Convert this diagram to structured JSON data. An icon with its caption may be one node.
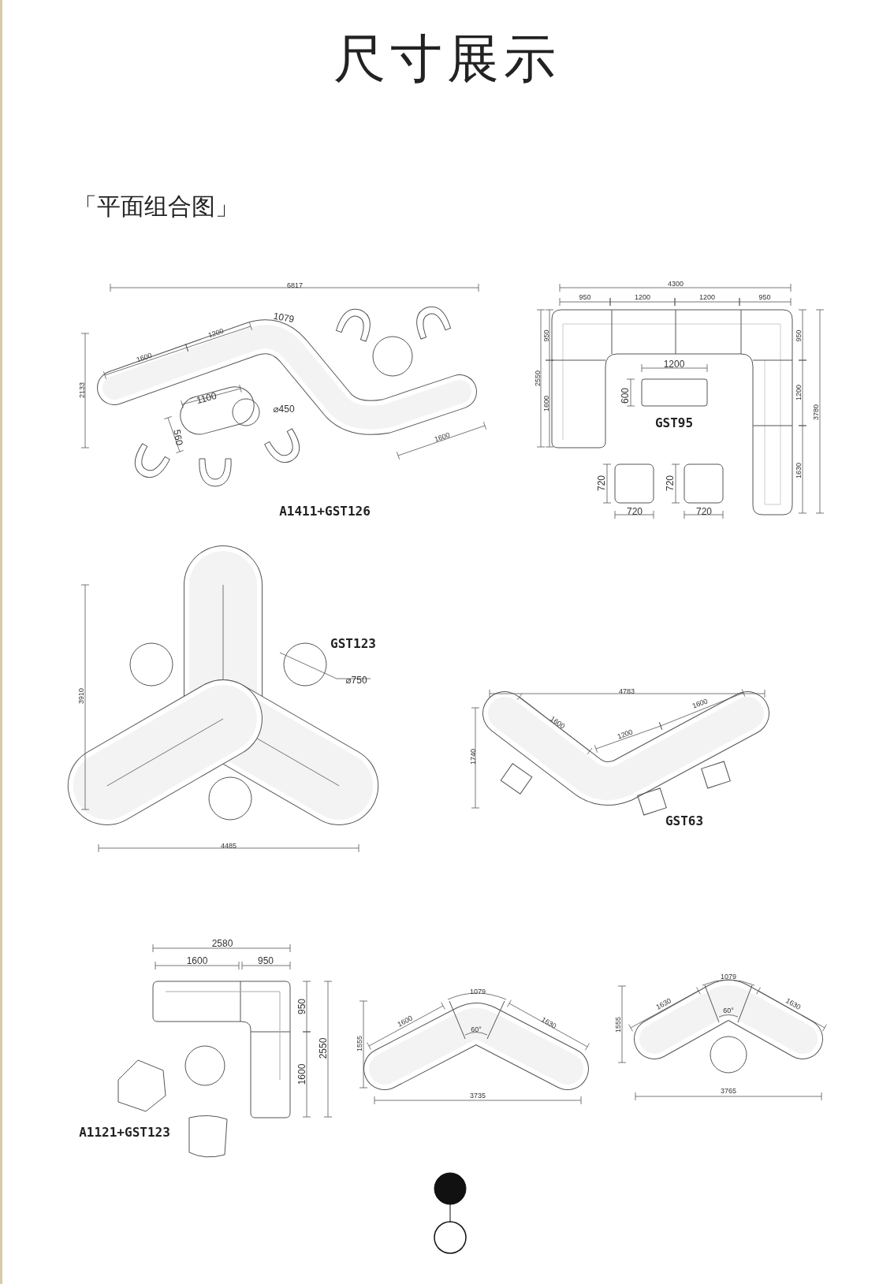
{
  "diagram": {
    "title": "尺寸展示",
    "labels": [
      "「平面组合图」",
      "6817",
      "1079",
      "1200",
      "1600",
      "2133",
      "1100",
      "⌀450",
      "560",
      "1600",
      "A1411+GST126",
      "4300",
      "950",
      "1200",
      "1200",
      "950",
      "950",
      "2550",
      "950",
      "1200",
      "1200",
      "600",
      "1600",
      "3780",
      "GST95",
      "1630",
      "720",
      "720",
      "720",
      "720",
      "GST123",
      "⌀750",
      "3910",
      "4485",
      "4783",
      "1600",
      "1600",
      "1200",
      "1740",
      "GST63",
      "2580",
      "1600",
      "950",
      "950",
      "2550",
      "1600",
      "A1121+GST123",
      "1079",
      "1600",
      "1630",
      "60°",
      "1555",
      "3735",
      "1079",
      "1630",
      "1630",
      "60°",
      "1555",
      "3765"
    ]
  }
}
